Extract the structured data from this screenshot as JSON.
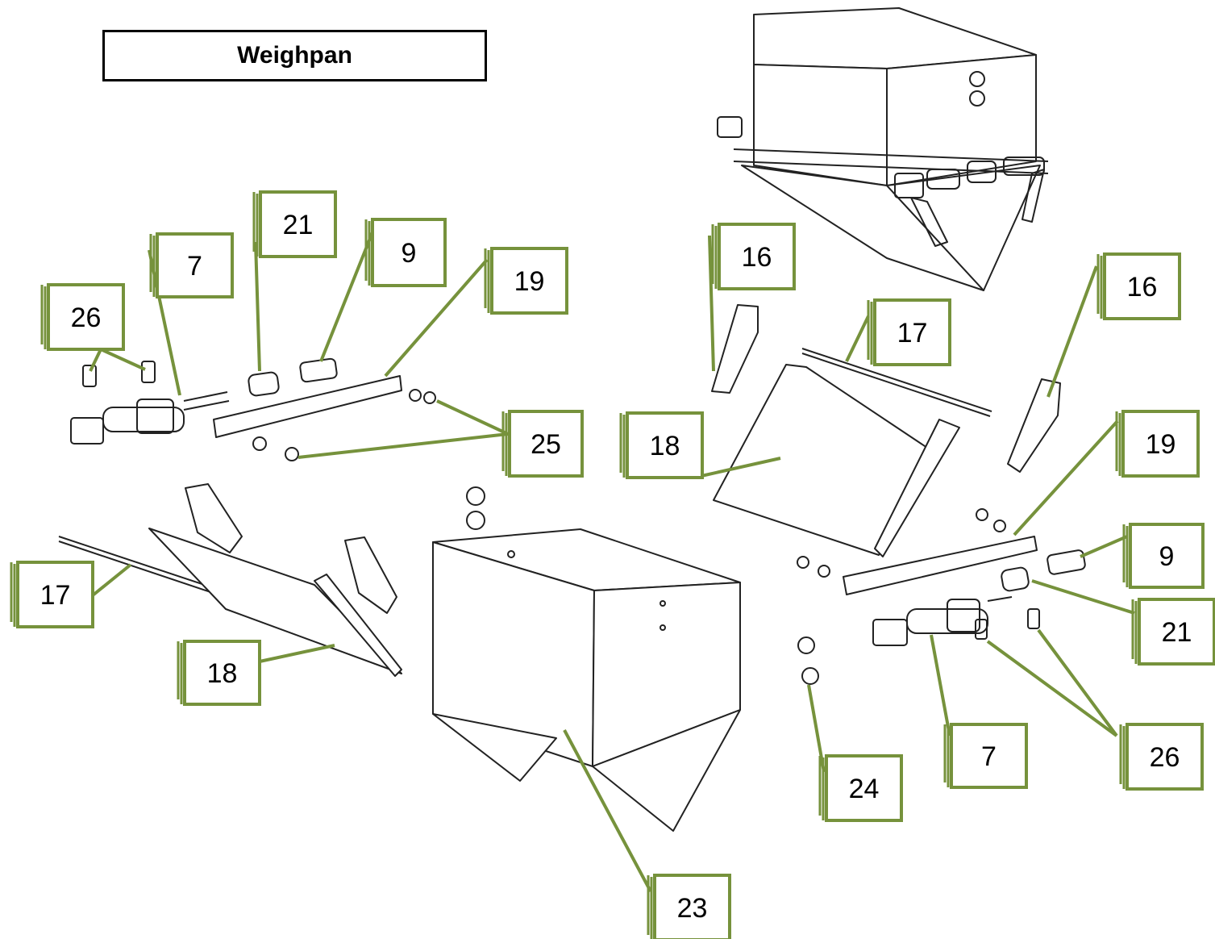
{
  "title": "Weighpan",
  "colors": {
    "callout": "#76923c",
    "line_art": "#222222"
  },
  "callouts": [
    {
      "id": "c-26-left",
      "label": "26"
    },
    {
      "id": "c-7-left",
      "label": "7"
    },
    {
      "id": "c-21-left",
      "label": "21"
    },
    {
      "id": "c-9-left",
      "label": "9"
    },
    {
      "id": "c-19-left",
      "label": "19"
    },
    {
      "id": "c-25",
      "label": "25"
    },
    {
      "id": "c-17-left",
      "label": "17"
    },
    {
      "id": "c-18-left",
      "label": "18"
    },
    {
      "id": "c-23",
      "label": "23"
    },
    {
      "id": "c-16-a",
      "label": "16"
    },
    {
      "id": "c-17-right",
      "label": "17"
    },
    {
      "id": "c-18-right",
      "label": "18"
    },
    {
      "id": "c-16-b",
      "label": "16"
    },
    {
      "id": "c-19-right",
      "label": "19"
    },
    {
      "id": "c-9-right",
      "label": "9"
    },
    {
      "id": "c-21-right",
      "label": "21"
    },
    {
      "id": "c-7-right",
      "label": "7"
    },
    {
      "id": "c-26-right",
      "label": "26"
    },
    {
      "id": "c-24",
      "label": "24"
    }
  ]
}
